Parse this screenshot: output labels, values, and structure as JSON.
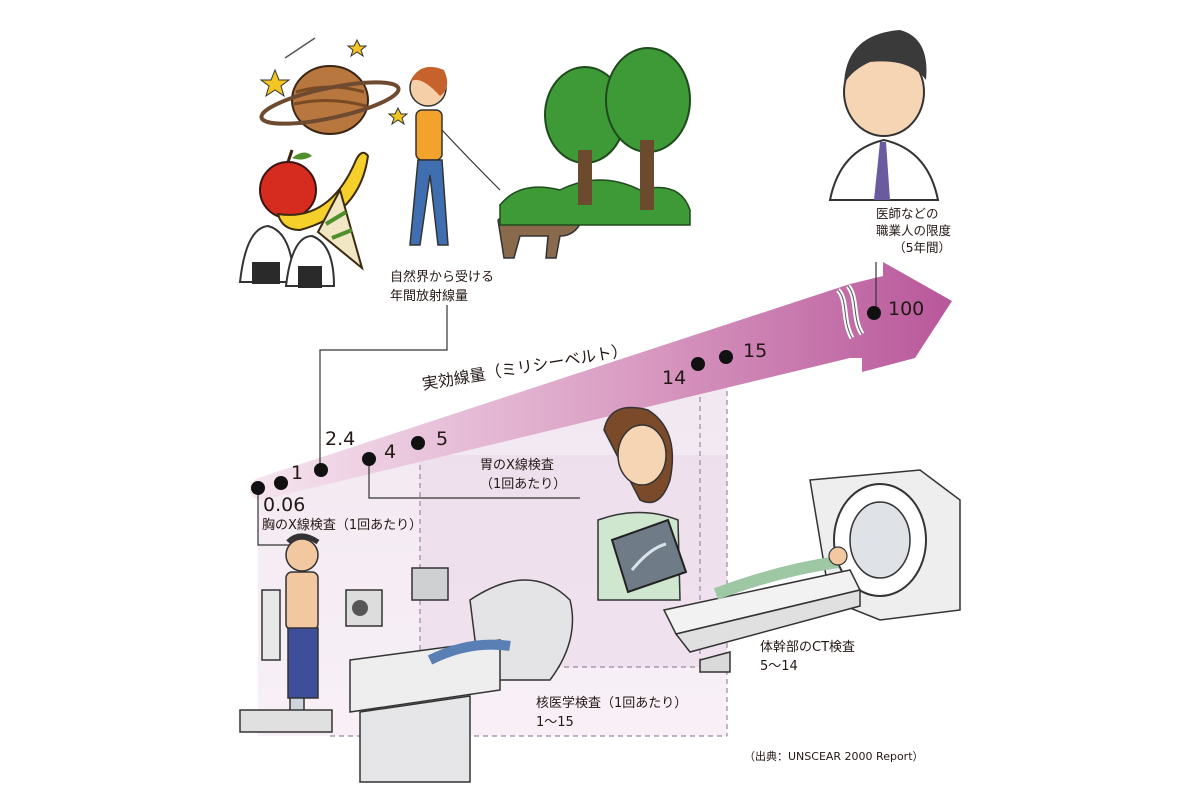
{
  "axis_label": "実効線量（ミリシーベルト）",
  "values": {
    "v0_06": "0.06",
    "v1": "1",
    "v2_4": "2.4",
    "v4": "4",
    "v5": "5",
    "v14": "14",
    "v15": "15",
    "v100": "100"
  },
  "labels": {
    "natural": [
      "自然界から受ける",
      "年間放射線量"
    ],
    "chest_xray": "胸のX線検査（1回あたり）",
    "stomach_xray": [
      "胃のX線検査",
      "（1回あたり）"
    ],
    "ct": [
      "体幹部のCT検査",
      "5～14"
    ],
    "nuclear": [
      "核医学検査（1回あたり）",
      "1～15"
    ],
    "occupational": [
      "医師などの",
      "職業人の限度",
      "（5年間）"
    ]
  },
  "source": "（出典：UNSCEAR 2000 Report）",
  "colors": {
    "arrow_start": "#f6e4ef",
    "arrow_end": "#b8579a",
    "panel": "#f3e6f0",
    "dot": "#111111",
    "leader": "#333333",
    "dashed": "#9c86a7"
  }
}
